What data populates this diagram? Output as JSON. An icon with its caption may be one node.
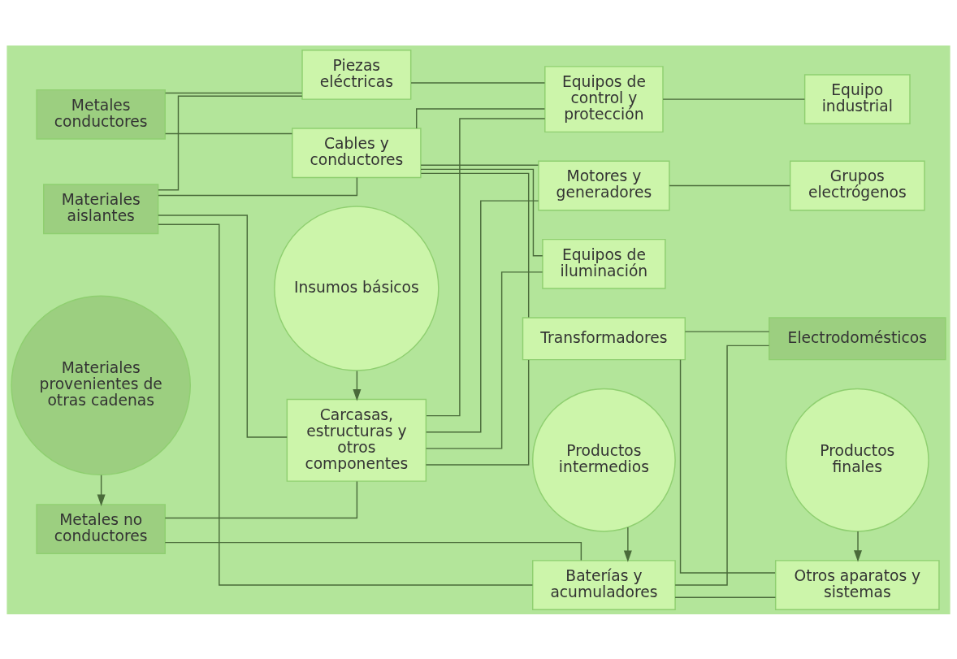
{
  "diagram": {
    "nodes": [
      {
        "text": [
          "Metales conductores"
        ]
      },
      {
        "text": [
          "Materiales aislantes"
        ]
      },
      {
        "text": [
          "Metales no conductores"
        ]
      },
      {
        "text": [
          "Cables y conductores"
        ]
      },
      {
        "text": [
          "Piezas eléctricas"
        ]
      },
      {
        "text": [
          "Carcasas, estructuras y otros componentes"
        ]
      },
      {
        "text": [
          "Transformadores"
        ]
      },
      {
        "text": [
          "Motores y generadores"
        ]
      },
      {
        "text": [
          "Equipos de control y protección"
        ]
      },
      {
        "text": [
          "Equipos de iluminación"
        ]
      },
      {
        "text": [
          "Baterías y acumuladores"
        ]
      },
      {
        "text": [
          "Grupos electrógenos"
        ]
      },
      {
        "text": [
          "Equipo industrial"
        ]
      },
      {
        "text": [
          "Electrodomésticos"
        ]
      },
      {
        "text": [
          "Otros aparatos y sistemas"
        ]
      },
      {
        "text": [
          "Materiales provenientes de otras cadenas"
        ]
      },
      {
        "text": [
          "Insumos básicos"
        ]
      },
      {
        "text": [
          "Productos intermedios"
        ]
      },
      {
        "text": [
          "Productos finales"
        ]
      }
    ],
    "edges": [
      {
        "from": 0,
        "to": 3,
        "arrow": "none"
      },
      {
        "from": 0,
        "to": 4,
        "arrow": "none"
      },
      {
        "from": 1,
        "to": 3,
        "arrow": "none"
      },
      {
        "from": 1,
        "to": 4,
        "arrow": "none"
      },
      {
        "from": 1,
        "to": 5,
        "arrow": "none"
      },
      {
        "from": 1,
        "to": 10,
        "arrow": "none"
      },
      {
        "from": 2,
        "to": 5,
        "arrow": "none"
      },
      {
        "from": 2,
        "to": 10,
        "arrow": "none"
      },
      {
        "from": 3,
        "to": 6,
        "arrow": "none"
      },
      {
        "from": 3,
        "to": 7,
        "arrow": "none"
      },
      {
        "from": 3,
        "to": 8,
        "arrow": "none"
      },
      {
        "from": 3,
        "to": 9,
        "arrow": "none"
      },
      {
        "from": 4,
        "to": 8,
        "arrow": "none"
      },
      {
        "from": 5,
        "to": 6,
        "arrow": "none"
      },
      {
        "from": 5,
        "to": 7,
        "arrow": "none"
      },
      {
        "from": 5,
        "to": 8,
        "arrow": "none"
      },
      {
        "from": 5,
        "to": 9,
        "arrow": "none"
      },
      {
        "from": 6,
        "to": 13,
        "arrow": "none"
      },
      {
        "from": 6,
        "to": 14,
        "arrow": "none"
      },
      {
        "from": 7,
        "to": 11,
        "arrow": "none"
      },
      {
        "from": 8,
        "to": 12,
        "arrow": "none"
      },
      {
        "from": 10,
        "to": 13,
        "arrow": "none"
      },
      {
        "from": 10,
        "to": 14,
        "arrow": "none"
      },
      {
        "from": 15,
        "to": 2,
        "arrow": "to"
      },
      {
        "from": 16,
        "to": 5,
        "arrow": "to"
      },
      {
        "from": 17,
        "to": 10,
        "arrow": "to"
      },
      {
        "from": 18,
        "to": 14,
        "arrow": "to"
      }
    ]
  }
}
